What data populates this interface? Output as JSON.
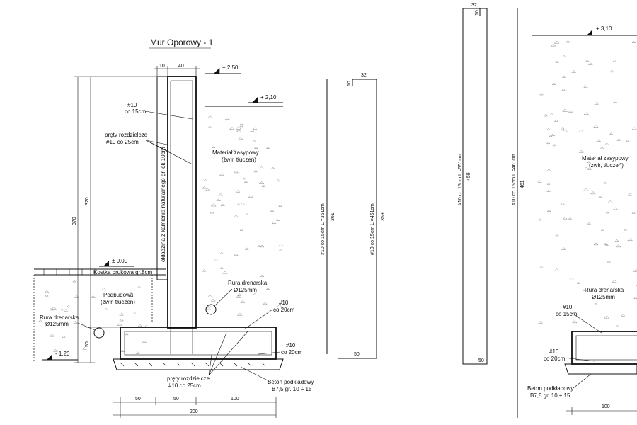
{
  "title": "Mur Oporowy - 1",
  "levels": {
    "top_wall": "+ 2,50",
    "top_fill": "+ 2,10",
    "ground": "± 0,00",
    "bottom": "- 1,20",
    "right_top": "+ 3,10"
  },
  "dims": {
    "wall_10": "10",
    "wall_40": "40",
    "h_370": "370",
    "h_320": "320",
    "h_50": "50",
    "base_50a": "50",
    "base_50b": "50",
    "base_100": "100",
    "base_200": "200",
    "bar1_32": "32",
    "bar1_10": "10",
    "bar1_361": "361",
    "bar2_359": "359",
    "bar2_50": "50",
    "bar3_32": "32",
    "bar3_10": "10",
    "bar3_459": "459",
    "bar3_50": "50",
    "bar4_461": "461",
    "right_100": "100"
  },
  "labels": {
    "rebar_10_15_a": "#10",
    "rebar_10_15_b": "co 15cm",
    "distrib_a": "pręty rozdzielcze",
    "distrib_b": "#10 co 25cm",
    "facing": "okładzina z kamienia naturalnego gr. ok.10cm",
    "fill_a": "Materiał zasypowy",
    "fill_b": "(żwir, tłuczeń)",
    "paving": "Kostka brukowa gr.8cm",
    "subbase_a": "Podbudowa",
    "subbase_b": "(żwir, tłuczeń)",
    "drain_left_a": "Rura drenarska",
    "drain_left_b": "Ø125mm",
    "drain_mid_a": "Rura drenarska",
    "drain_mid_b": "Ø125mm",
    "rebar_20_a": "#10",
    "rebar_20_b": "co 20cm",
    "rebar_20b_a": "#10",
    "rebar_20b_b": "co 20cm",
    "distrib2_a": "pręty rozdzielcze",
    "distrib2_b": "#10 co 25cm",
    "lean_a": "Beton podkładowy",
    "lean_b": "B7,5 gr. 10 ÷ 15",
    "bar1_text": "#10 co 15cm   L =361cm",
    "bar2_text": "#10 co 15cm   L =451cm",
    "bar3_text": "#10 co 15cm   L =551cm",
    "bar4_text": "#10 co 15cm   L =461cm",
    "r_fill_a": "Materiał zasypowy",
    "r_fill_b": "(żwir, tłuczeń)",
    "r_drain_a": "Rura drenarska",
    "r_drain_b": "Ø125mm",
    "r_rebar15_a": "#10",
    "r_rebar15_b": "co 15cm",
    "r_rebar20_a": "#10",
    "r_rebar20_b": "co 20cm",
    "r_lean_a": "Beton podkładowy",
    "r_lean_b": "B7,5 gr. 10 ÷ 15"
  }
}
